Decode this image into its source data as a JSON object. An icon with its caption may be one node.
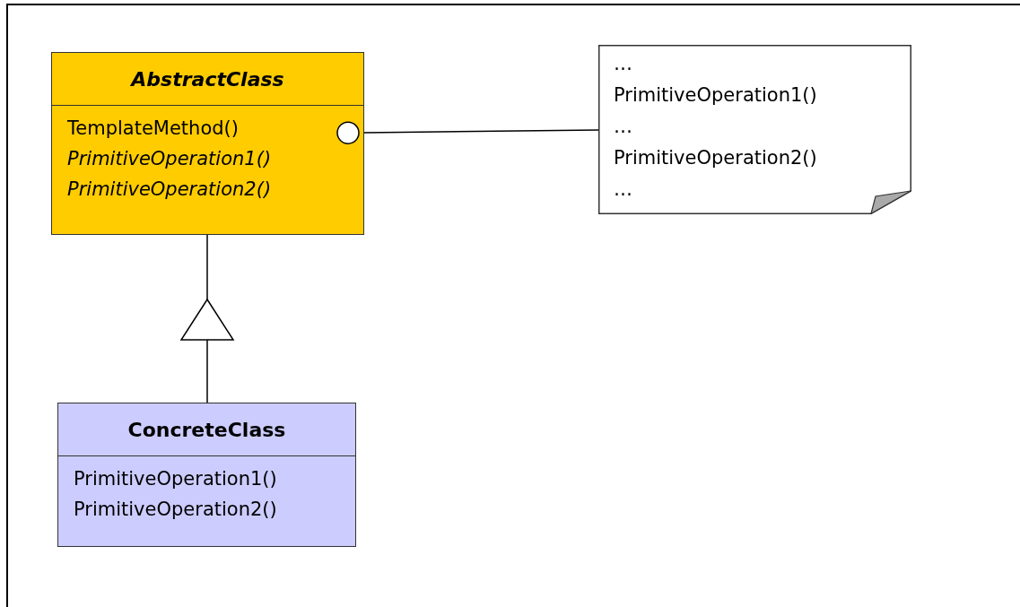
{
  "diagram": {
    "nodes": [
      {
        "text": [
          "AbstractClass",
          "TemplateMethod()",
          "PrimitiveOperation1()",
          "PrimitiveOperation2()"
        ]
      },
      {
        "text": [
          "…",
          "PrimitiveOperation1()",
          "…",
          "PrimitiveOperation2()",
          "…"
        ]
      },
      {
        "text": [
          "ConcreteClass",
          "PrimitiveOperation1()",
          "PrimitiveOperation2()"
        ]
      }
    ],
    "edges": [
      {
        "from": 0,
        "to": 1,
        "arrow": "other"
      },
      {
        "from": 2,
        "to": 0,
        "arrow": "to"
      }
    ]
  }
}
